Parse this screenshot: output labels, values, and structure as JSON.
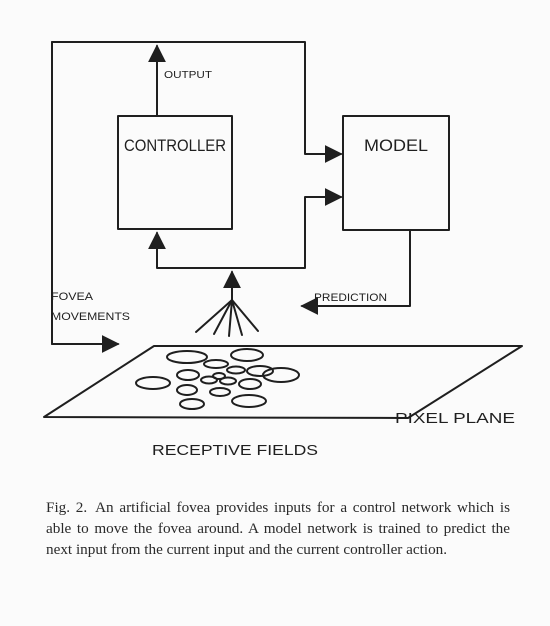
{
  "diagram": {
    "controller_label": "CONTROLLER",
    "model_label": "MODEL",
    "output_label": "OUTPUT",
    "fovea_movements_line1": "FOVEA",
    "fovea_movements_line2": "MOVEMENTS",
    "prediction_label": "PREDICTION",
    "pixel_plane_label": "PIXEL PLANE",
    "receptive_fields_label": "RECEPTIVE FIELDS",
    "ink_color": "#1f1f1f",
    "paper_color": "#fbfbfb"
  },
  "caption": {
    "label": "Fig. 2.",
    "text": "An artificial fovea provides inputs for a control network which is able to move the fovea around. A model network is trained to predict the next input from the current input and the current controller action."
  }
}
